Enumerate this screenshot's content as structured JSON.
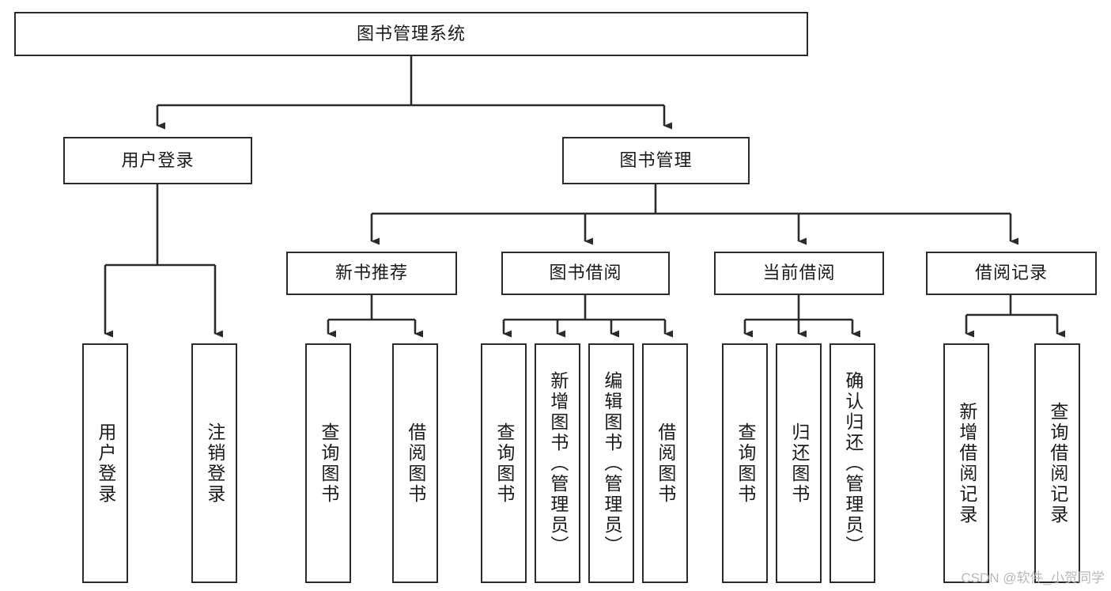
{
  "diagram": {
    "title": "图书管理系统",
    "type": "tree",
    "colors": {
      "stroke": "#2b2b2b",
      "fill": "#ffffff",
      "text": "#1a1a1a",
      "watermark": "#b9b9b9"
    },
    "watermark": "CSDN @软件_小贺同学"
  },
  "nodes": {
    "root": {
      "label": "图书管理系统"
    },
    "level1": [
      {
        "id": "user-login",
        "label": "用户登录"
      },
      {
        "id": "book-manage",
        "label": "图书管理"
      }
    ],
    "level2": [
      {
        "id": "new-book-recommend",
        "label": "新书推荐"
      },
      {
        "id": "book-borrow",
        "label": "图书借阅"
      },
      {
        "id": "current-borrow",
        "label": "当前借阅"
      },
      {
        "id": "borrow-record",
        "label": "借阅记录"
      }
    ],
    "leaves": {
      "user_login": [
        {
          "id": "leaf-user-login",
          "label": "用户登录"
        },
        {
          "id": "leaf-logout-login",
          "label": "注销登录"
        }
      ],
      "new_book_recommend": [
        {
          "id": "leaf-query-book-1",
          "label": "查询图书"
        },
        {
          "id": "leaf-borrow-book-1",
          "label": "借阅图书"
        }
      ],
      "book_borrow": [
        {
          "id": "leaf-query-book-2",
          "label": "查询图书"
        },
        {
          "id": "leaf-add-book",
          "label": "新增图书（管理员）"
        },
        {
          "id": "leaf-edit-book",
          "label": "编辑图书（管理员）"
        },
        {
          "id": "leaf-borrow-book-2",
          "label": "借阅图书"
        }
      ],
      "current_borrow": [
        {
          "id": "leaf-query-book-3",
          "label": "查询图书"
        },
        {
          "id": "leaf-return-book",
          "label": "归还图书"
        },
        {
          "id": "leaf-confirm-return",
          "label": "确认归还（管理员）"
        }
      ],
      "borrow_record": [
        {
          "id": "leaf-add-record",
          "label": "新增借阅记录"
        },
        {
          "id": "leaf-query-record",
          "label": "查询借阅记录"
        }
      ]
    }
  }
}
